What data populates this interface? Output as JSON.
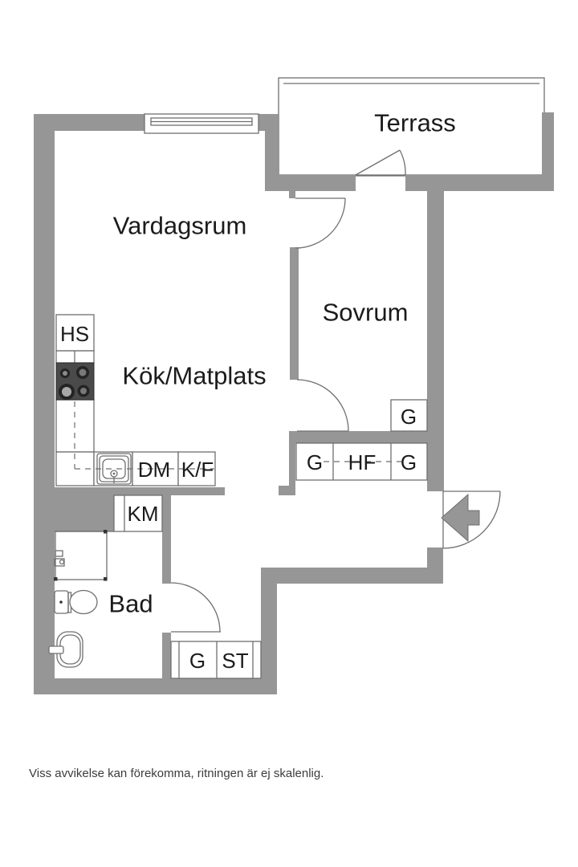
{
  "plan": {
    "labels": {
      "terrace": "Terrass",
      "living": "Vardagsrum",
      "bedroom": "Sovrum",
      "kitchen": "Kök/Matplats",
      "bathroom": "Bad",
      "hs": "HS",
      "dm": "DM",
      "kf": "K/F",
      "km": "KM",
      "hall_g_left": "G",
      "hall_hf": "HF",
      "hall_g_right": "G",
      "bedroom_g": "G",
      "lower_g": "G",
      "lower_st": "ST"
    },
    "colors": {
      "wall": "#969696",
      "line": "#6f6f6f",
      "stove": "#4a4a4a",
      "text": "#1b1b1b",
      "muted_text": "#3c3c3c"
    },
    "footer": {
      "disclaimer": "Viss avvikelse kan förekomma, ritningen är ej skalenlig."
    }
  }
}
